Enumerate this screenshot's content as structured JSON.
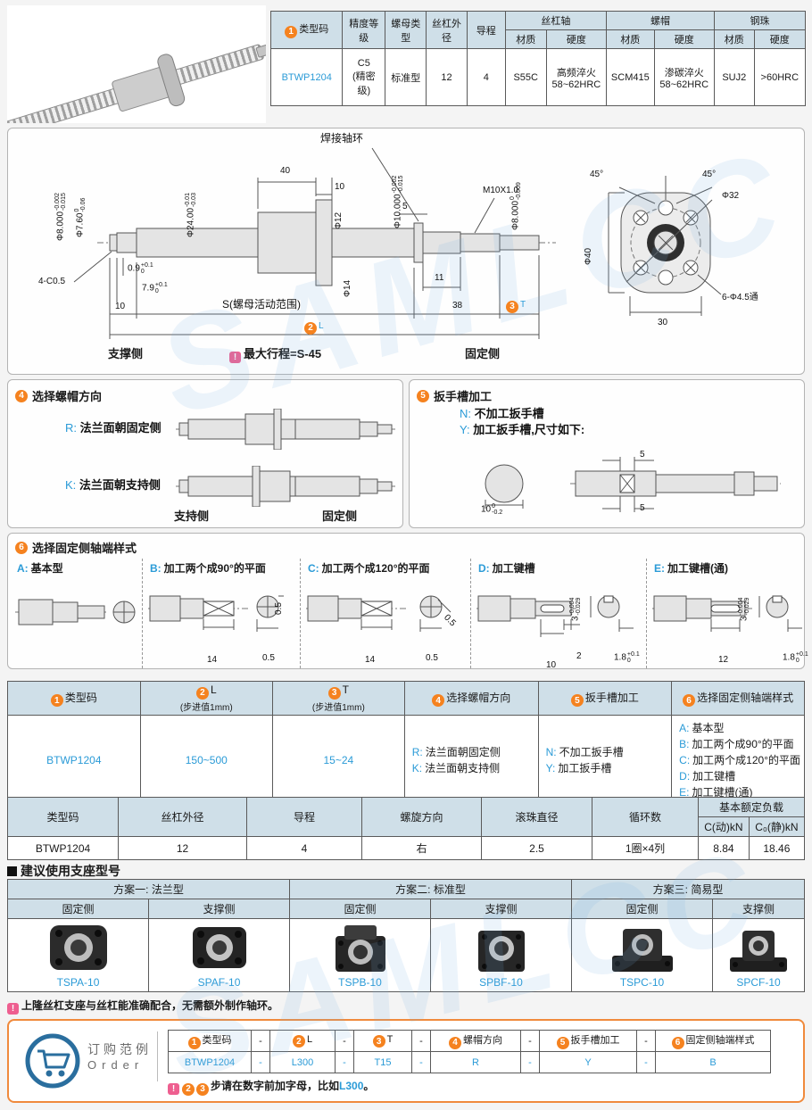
{
  "colors": {
    "accent_blue": "#2b9bd7",
    "badge_orange": "#f5821f",
    "header_bg": "#cfdfe8",
    "alert_pink": "#ee5f90",
    "order_border": "#f08a3c"
  },
  "watermark": {
    "text": "SAMLCC"
  },
  "top_table": {
    "h_badge": "1",
    "h_type": "类型码",
    "h_precision": "精度等级",
    "h_nut_type": "螺母类型",
    "h_od": "丝杠外径",
    "h_lead": "导程",
    "h_shaft": "丝杠轴",
    "h_nut": "螺帽",
    "h_ball": "钢珠",
    "h_material": "材质",
    "h_hardness": "硬度",
    "row": {
      "type": "BTWP1204",
      "precision": "C5",
      "precision_note": "(精密级)",
      "nut_type": "标准型",
      "od": "12",
      "lead": "4",
      "shaft_mat": "S55C",
      "shaft_hard1": "高频淬火",
      "shaft_hard2": "58~62HRC",
      "nut_mat": "SCM415",
      "nut_hard1": "渗碳淬火",
      "nut_hard2": "58~62HRC",
      "ball_mat": "SUJ2",
      "ball_hard": ">60HRC"
    }
  },
  "drawing": {
    "weld_ring_label": "焊接轴环",
    "d8l": {
      "v": "Φ8.000",
      "up": "-0.002",
      "dn": "-0.015"
    },
    "d76": {
      "v": "Φ7.60",
      "up": "0",
      "dn": "-0.06"
    },
    "d24": {
      "v": "Φ24.00",
      "up": "-0.01",
      "dn": "-0.03"
    },
    "n40": "40",
    "n10_flange": "10",
    "d12": "Φ12",
    "n5": "5",
    "d10": {
      "v": "Φ10.000",
      "up": "-0.002",
      "dn": "-0.015"
    },
    "m10": "M10X1.0",
    "d8r": {
      "v": "Φ8.000",
      "up": "0",
      "dn": "-0.009"
    },
    "d14": "Φ14",
    "chamfer": "4-C0.5",
    "n09": {
      "v": "0.9",
      "up": "+0.1",
      "dn": "0"
    },
    "n79": {
      "v": "7.9",
      "up": "+0.1",
      "dn": "0"
    },
    "n10_left": "10",
    "s_label": "S(螺母活动范围)",
    "n11": "11",
    "n38": "38",
    "l_badge": "2",
    "l_label": "L",
    "t_badge": "3",
    "t_label": "T",
    "support_side": "支撑侧",
    "fixed_side": "固定侧",
    "stroke_note": "最大行程=S-45",
    "flange": {
      "a45l": "45°",
      "a45r": "45°",
      "d32": "Φ32",
      "d40": "Φ40",
      "n30": "30",
      "holes": "6-Φ4.5通"
    }
  },
  "sec4": {
    "badge": "4",
    "title": "选择螺帽方向",
    "r_key": "R:",
    "r_label": "法兰面朝固定侧",
    "k_key": "K:",
    "k_label": "法兰面朝支持侧",
    "cap_support": "支持侧",
    "cap_fixed": "固定侧"
  },
  "sec5": {
    "badge": "5",
    "title": "扳手槽加工",
    "n_key": "N:",
    "n_label": "不加工扳手槽",
    "y_key": "Y:",
    "y_label": "加工扳手槽,尺寸如下:",
    "d10": {
      "v": "10",
      "up": "0",
      "dn": "-0.2"
    },
    "top5": "5",
    "bot5": "5"
  },
  "sec6": {
    "badge": "6",
    "title": "选择固定侧轴端样式",
    "panels": {
      "a": {
        "key": "A:",
        "label": "基本型"
      },
      "b": {
        "key": "B:",
        "label": "加工两个成90°的平面",
        "d14": "14",
        "d05h": "0.5",
        "d05v": "0.5"
      },
      "c": {
        "key": "C:",
        "label": "加工两个成120°的平面",
        "d14": "14",
        "d05h": "0.5",
        "d05d": "0.5"
      },
      "d": {
        "key": "D:",
        "label": "加工键槽",
        "n2": "2",
        "n10": "10",
        "d3": {
          "v": "3",
          "up": "-0.004",
          "dn": "-0.029"
        },
        "d18": {
          "v": "1.8",
          "up": "+0.1",
          "dn": "0"
        }
      },
      "e": {
        "key": "E:",
        "label": "加工键槽(通)",
        "n12": "12",
        "d3": {
          "v": "3",
          "up": "-0.004",
          "dn": "-0.029"
        },
        "d18": {
          "v": "1.8",
          "up": "+0.1",
          "dn": "0"
        }
      }
    }
  },
  "order_table": {
    "headers": {
      "c1_badge": "1",
      "c1": "类型码",
      "c2_badge": "2",
      "c2": "L",
      "c2_sub": "(步进值1mm)",
      "c3_badge": "3",
      "c3": "T",
      "c3_sub": "(步进值1mm)",
      "c4_badge": "4",
      "c4": "选择螺帽方向",
      "c5_badge": "5",
      "c5": "扳手槽加工",
      "c6_badge": "6",
      "c6": "选择固定侧轴端样式"
    },
    "row": {
      "type": "BTWP1204",
      "L": "150~500",
      "T": "15~24",
      "nut_dir": [
        {
          "k": "R:",
          "v": "法兰面朝固定侧"
        },
        {
          "k": "K:",
          "v": "法兰面朝支持侧"
        }
      ],
      "wrench": [
        {
          "k": "N:",
          "v": "不加工扳手槽"
        },
        {
          "k": "Y:",
          "v": "加工扳手槽"
        }
      ],
      "end": [
        {
          "k": "A:",
          "v": "基本型"
        },
        {
          "k": "B:",
          "v": "加工两个成90°的平面"
        },
        {
          "k": "C:",
          "v": "加工两个成120°的平面"
        },
        {
          "k": "D:",
          "v": "加工键槽"
        },
        {
          "k": "E:",
          "v": "加工键槽(通)"
        }
      ]
    }
  },
  "spec_table": {
    "h_type": "类型码",
    "h_od": "丝杠外径",
    "h_lead": "导程",
    "h_dir": "螺旋方向",
    "h_ball": "滚珠直径",
    "h_circ": "循环数",
    "h_load": "基本额定负载",
    "h_cdyn": "C(动)kN",
    "h_cstat": "C₀(静)kN",
    "row": [
      "BTWP1204",
      "12",
      "4",
      "右",
      "2.5",
      "1圈×4列",
      "8.84",
      "18.46"
    ]
  },
  "supports": {
    "heading": "建议使用支座型号",
    "col_fixed": "固定侧",
    "col_support": "支撑侧",
    "plans": [
      {
        "title": "方案一: 法兰型",
        "fixed": "TSPA-10",
        "support": "SPAF-10"
      },
      {
        "title": "方案二: 标准型",
        "fixed": "TSPB-10",
        "support": "SPBF-10"
      },
      {
        "title": "方案三: 简易型",
        "fixed": "TSPC-10",
        "support": "SPCF-10"
      }
    ],
    "note": "上隆丝杠支座与丝杠能准确配合，无需额外制作轴环。"
  },
  "order_example": {
    "title_cn": "订购范例",
    "title_en": "Order",
    "dash": "-",
    "h1_badge": "1",
    "h1": "类型码",
    "h2_badge": "2",
    "h2": "L",
    "h3_badge": "3",
    "h3": "T",
    "h4_badge": "4",
    "h4": "螺帽方向",
    "h5_badge": "5",
    "h5": "扳手槽加工",
    "h6_badge": "6",
    "h6": "固定侧轴端样式",
    "v1": "BTWP1204",
    "v2": "L300",
    "v3": "T15",
    "v4": "R",
    "v5": "Y",
    "v6": "B",
    "note_b2": "2",
    "note_b3": "3",
    "note_text": "步请在数字前加字母，比如",
    "note_code": "L300",
    "note_end": "。"
  }
}
